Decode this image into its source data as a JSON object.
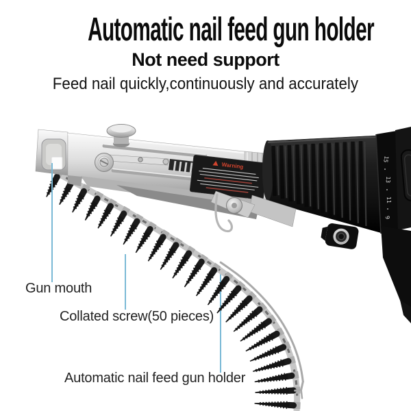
{
  "header": {
    "title": "Automatic nail feed gun holder",
    "subtitle": "Not need support",
    "tagline": "Feed nail quickly,continuously and accurately"
  },
  "callouts": {
    "gun_mouth": "Gun mouth",
    "collated_screw": "Collated screw(50 pieces)",
    "holder": "Automatic nail feed gun holder",
    "pointer_color": "#7ab9d6"
  },
  "product": {
    "warning_title": "Warning",
    "clutch_numbers": [
      "15",
      "13",
      "11",
      "9"
    ],
    "visible_screws": 24,
    "colors": {
      "strip": "#c6c6c6",
      "strip_slot": "#6e6e6e",
      "screw": "#141414",
      "sleeve": "#aeaeae",
      "rail": "#a9a9a9"
    }
  }
}
